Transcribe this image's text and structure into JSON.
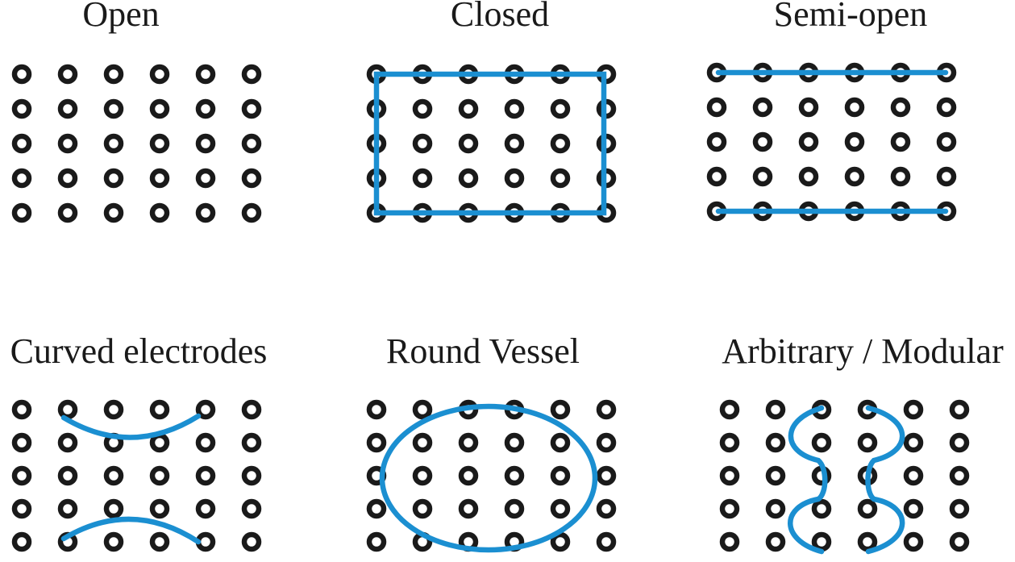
{
  "colors": {
    "pin": "#1a1a1a",
    "electrode": "#1b8fd1",
    "background": "#ffffff"
  },
  "panels": [
    {
      "id": "open",
      "label": "Open",
      "electrode": "none"
    },
    {
      "id": "closed",
      "label": "Closed",
      "electrode": "rectangle"
    },
    {
      "id": "semi-open",
      "label": "Semi-open",
      "electrode": "two-parallel-lines"
    },
    {
      "id": "curved",
      "label": "Curved electrodes",
      "electrode": "two-arcs"
    },
    {
      "id": "round",
      "label": "Round Vessel",
      "electrode": "ellipse"
    },
    {
      "id": "arbitrary",
      "label": "Arbitrary / Modular",
      "electrode": "two-wavy-lines"
    }
  ],
  "grid": {
    "rows": 5,
    "columns": 6
  }
}
